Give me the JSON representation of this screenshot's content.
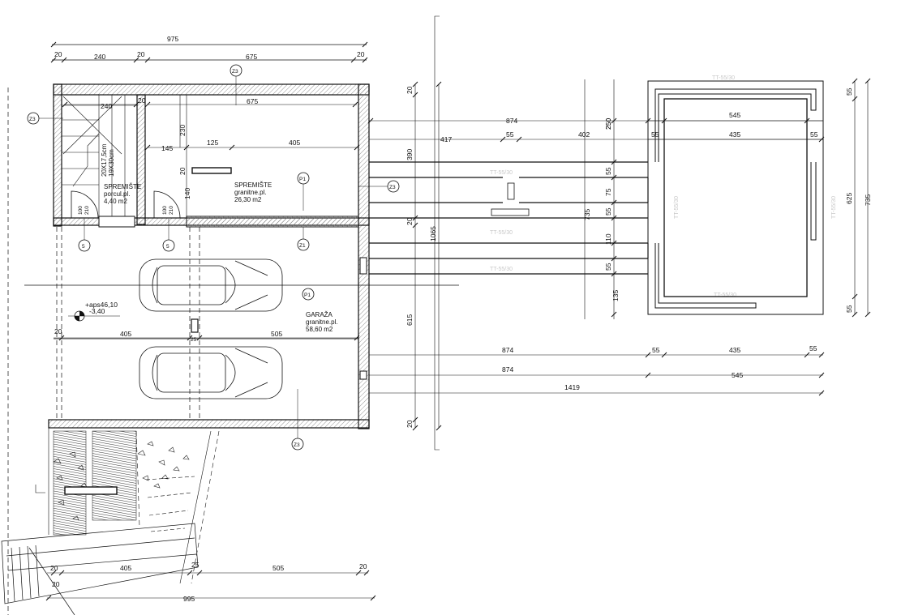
{
  "dimensions": {
    "top_total": "975",
    "top_20a": "20",
    "top_240": "240",
    "top_20b": "20",
    "top_675": "675",
    "top_20c": "20",
    "in_240": "240",
    "in_20": "20",
    "in_675": "675",
    "d_230": "230",
    "d_145": "145",
    "d_125": "125",
    "d_405": "405",
    "d_20s": "20",
    "d_140": "140",
    "door_left_100": "100",
    "door_left_210": "210",
    "door_mid_100": "100",
    "door_mid_210": "210",
    "v_20_top": "20",
    "v_390": "390",
    "v_20_mid": "20",
    "v_1065": "1065",
    "v_615": "615",
    "v_20_bot": "20",
    "h_874_a": "874",
    "h_417": "417",
    "h_55_a": "55",
    "h_402": "402",
    "v_250": "250",
    "h_55_b": "55",
    "h_545_top": "545",
    "h_435_top": "435",
    "h_55_c": "55",
    "v_55_a": "55",
    "v_75": "75",
    "v_55_b": "55",
    "v_735_mid": "735",
    "v_110": "110",
    "v_55_c": "55",
    "v_135": "135",
    "v_55_right": "55",
    "v_625": "625",
    "v_735_right": "735",
    "v_55_right_b": "55",
    "g_20": "20",
    "g_405": "405",
    "g_25": "25",
    "g_505": "505",
    "b_874_a": "874",
    "b_55": "55",
    "b_435": "435",
    "b_55_b": "55",
    "b_874_b": "874",
    "b_545": "545",
    "b_1419": "1419",
    "s_20_a": "20",
    "s_405": "405",
    "s_25": "25",
    "s_505": "505",
    "s_20_b": "20",
    "s_20_c": "20",
    "s_995": "995"
  },
  "markers": {
    "z3_top": "Z3",
    "z3_left": "Z3",
    "z3_mid": "Z3",
    "z3_bottom": "Z3",
    "p1_storage": "P1",
    "p1_garage": "P1",
    "z1": "Z1",
    "m5_left": "5",
    "m5_mid": "5"
  },
  "rooms": {
    "storage_small": {
      "name": "SPREMIŠTE",
      "floor": "porcul.pl.",
      "area": "4,40 m2"
    },
    "storage_large": {
      "name": "SPREMIŠTE",
      "floor": "granitne.pl.",
      "area": "26,30 m2"
    },
    "garage": {
      "name": "GARAŽA",
      "floor": "granitne.pl.",
      "area": "58,60 m2"
    }
  },
  "stairs": {
    "line1": "20X17,5cm",
    "line2": "19X30cm"
  },
  "level": {
    "elev": "+aps46,10",
    "rel": "-3,40"
  },
  "faint_tags": {
    "t1": "TT-55/30",
    "t2": "TT-55/30",
    "t3": "TT-55/30",
    "t4": "TT-55/30",
    "t5": "TT-55/30",
    "t6": "TT-55/30",
    "t7": "TT-55/30"
  },
  "colors": {
    "line": "#111111",
    "hatch": "#666666",
    "faint": "#c9c9c9"
  }
}
